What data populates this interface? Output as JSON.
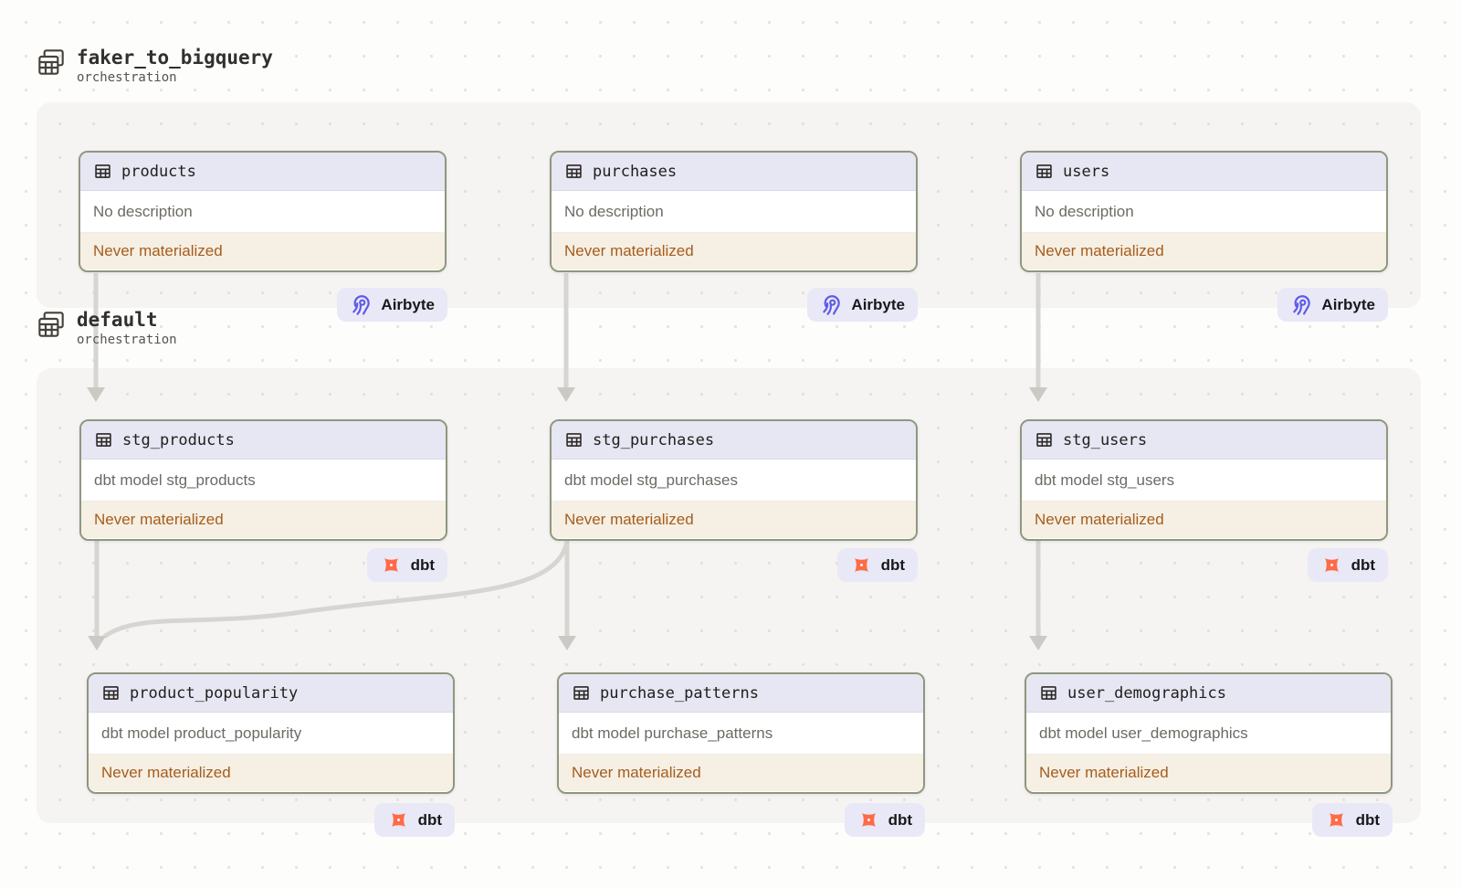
{
  "groups": [
    {
      "name": "faker_to_bigquery",
      "kind": "orchestration"
    },
    {
      "name": "default",
      "kind": "orchestration"
    }
  ],
  "assets": [
    {
      "name": "products",
      "description": "No description",
      "status": "Never materialized",
      "tool": "Airbyte"
    },
    {
      "name": "purchases",
      "description": "No description",
      "status": "Never materialized",
      "tool": "Airbyte"
    },
    {
      "name": "users",
      "description": "No description",
      "status": "Never materialized",
      "tool": "Airbyte"
    },
    {
      "name": "stg_products",
      "description": "dbt model stg_products",
      "status": "Never materialized",
      "tool": "dbt"
    },
    {
      "name": "stg_purchases",
      "description": "dbt model stg_purchases",
      "status": "Never materialized",
      "tool": "dbt"
    },
    {
      "name": "stg_users",
      "description": "dbt model stg_users",
      "status": "Never materialized",
      "tool": "dbt"
    },
    {
      "name": "product_popularity",
      "description": "dbt model product_popularity",
      "status": "Never materialized",
      "tool": "dbt"
    },
    {
      "name": "purchase_patterns",
      "description": "dbt model purchase_patterns",
      "status": "Never materialized",
      "tool": "dbt"
    },
    {
      "name": "user_demographics",
      "description": "dbt model user_demographics",
      "status": "Never materialized",
      "tool": "dbt"
    }
  ],
  "edges": [
    {
      "from": "products",
      "to": "stg_products"
    },
    {
      "from": "purchases",
      "to": "stg_purchases"
    },
    {
      "from": "users",
      "to": "stg_users"
    },
    {
      "from": "stg_products",
      "to": "product_popularity"
    },
    {
      "from": "stg_purchases",
      "to": "product_popularity"
    },
    {
      "from": "stg_purchases",
      "to": "purchase_patterns"
    },
    {
      "from": "stg_users",
      "to": "user_demographics"
    }
  ],
  "colors": {
    "card_border": "#8E977F",
    "card_header_bg": "#E7E6F3",
    "card_footer_bg": "#F6EFE3",
    "status_text": "#A55D1E",
    "badge_bg": "#E9E8F7",
    "airbyte_purple": "#5D5AE8",
    "dbt_orange": "#FF6A47",
    "edge_gray": "#D7D5D1"
  }
}
